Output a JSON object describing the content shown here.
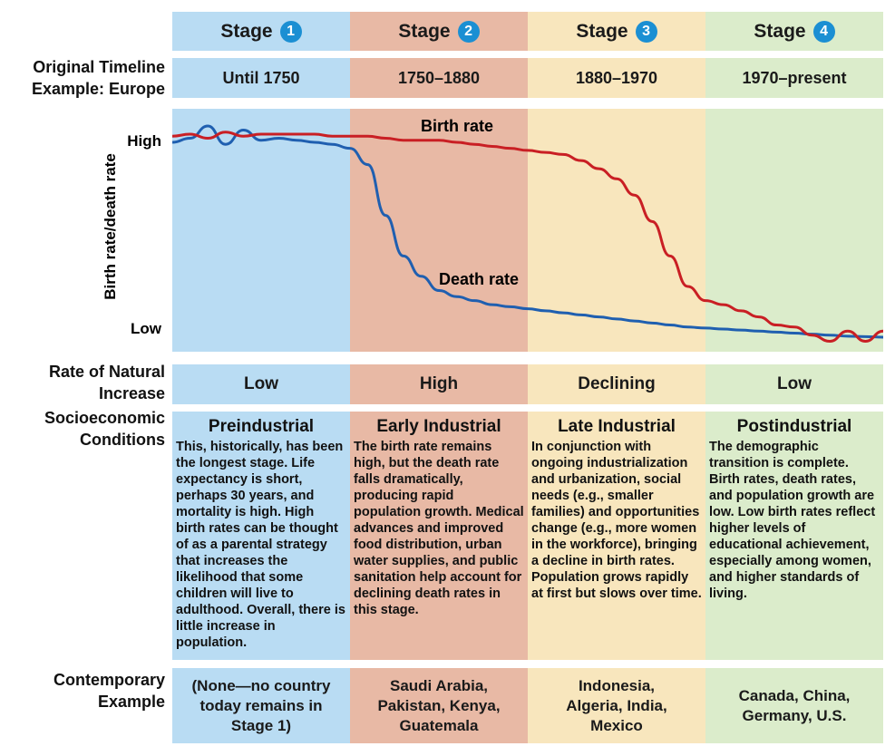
{
  "colors": {
    "stage1": "#b9dcf3",
    "stage2": "#e8b9a5",
    "stage3": "#f8e6bd",
    "stage4": "#dbeccb",
    "birth_line": "#c91f24",
    "death_line": "#1f5fb0",
    "stage_badge": "#1b8fd3"
  },
  "stages": [
    {
      "label": "Stage",
      "num": "1",
      "timeline": "Until 1750",
      "rate": "Low",
      "socio_title": "Preindustrial",
      "socio_text": "This, historically, has been the longest stage. Life expectancy is short, perhaps 30 years, and mortality is high. High birth rates can be thought of as a parental strategy that increases the likelihood that some children will live to adulthood. Overall, there is little increase in population.",
      "example": "(None—no country today remains in Stage 1)"
    },
    {
      "label": "Stage",
      "num": "2",
      "timeline": "1750–1880",
      "rate": "High",
      "socio_title": "Early Industrial",
      "socio_text": "The birth rate remains high, but the death rate falls dramatically, producing rapid population growth. Medical advances and improved food distribution, urban water supplies, and public sanitation help account for declining death rates in this stage.",
      "example": "Saudi Arabia, Pakistan, Kenya, Guatemala"
    },
    {
      "label": "Stage",
      "num": "3",
      "timeline": "1880–1970",
      "rate": "Declining",
      "socio_title": "Late Industrial",
      "socio_text": "In conjunction with ongoing industrialization and urbanization, social needs (e.g., smaller families) and opportunities change (e.g., more women in the workforce), bringing a decline in birth rates. Population grows rapidly at first but slows over time.",
      "example": "Indonesia, Algeria, India, Mexico"
    },
    {
      "label": "Stage",
      "num": "4",
      "timeline": "1970–present",
      "rate": "Low",
      "socio_title": "Postindustrial",
      "socio_text": "The demographic transition is complete. Birth rates, death rates, and population growth are low. Low birth rates reflect higher levels of educational achievement, especially among women, and higher standards of living.",
      "example": "Canada, China, Germany, U.S."
    }
  ],
  "row_labels": {
    "timeline": "Original Timeline Example: Europe",
    "rate": "Rate of Natural Increase",
    "socio": "Socioeconomic Conditions",
    "example": "Contemporary Example"
  },
  "chart_data": {
    "type": "line",
    "ylabel": "Birth rate/death rate",
    "y_ticks": [
      "High",
      "Low"
    ],
    "x": [
      0,
      0.1,
      0.2,
      0.3,
      0.4,
      0.5,
      0.6,
      0.7,
      0.8,
      0.9,
      1.0,
      1.1,
      1.2,
      1.3,
      1.4,
      1.5,
      1.6,
      1.7,
      1.8,
      1.9,
      2.0,
      2.1,
      2.2,
      2.3,
      2.4,
      2.5,
      2.6,
      2.7,
      2.8,
      2.9,
      3.0,
      3.1,
      3.2,
      3.3,
      3.4,
      3.5,
      3.6,
      3.7,
      3.8,
      3.9,
      4.0
    ],
    "xlim": [
      0,
      4
    ],
    "ylim": [
      0,
      1
    ],
    "series": [
      {
        "name": "Birth rate",
        "values": [
          0.99,
          1.0,
          0.98,
          1.01,
          0.99,
          1.0,
          1.0,
          1.0,
          1.0,
          0.99,
          0.99,
          0.99,
          0.98,
          0.97,
          0.97,
          0.97,
          0.96,
          0.95,
          0.94,
          0.93,
          0.92,
          0.91,
          0.9,
          0.87,
          0.83,
          0.78,
          0.7,
          0.57,
          0.4,
          0.25,
          0.18,
          0.16,
          0.13,
          0.1,
          0.06,
          0.05,
          0.01,
          -0.02,
          0.03,
          -0.02,
          0.03
        ]
      },
      {
        "name": "Death rate",
        "values": [
          0.96,
          0.98,
          1.04,
          0.95,
          1.02,
          0.97,
          0.98,
          0.97,
          0.96,
          0.95,
          0.93,
          0.85,
          0.6,
          0.4,
          0.3,
          0.23,
          0.2,
          0.18,
          0.16,
          0.15,
          0.14,
          0.13,
          0.12,
          0.11,
          0.1,
          0.09,
          0.08,
          0.07,
          0.06,
          0.05,
          0.045,
          0.04,
          0.035,
          0.03,
          0.025,
          0.02,
          0.015,
          0.01,
          0.005,
          0.003,
          0.0
        ]
      }
    ]
  }
}
